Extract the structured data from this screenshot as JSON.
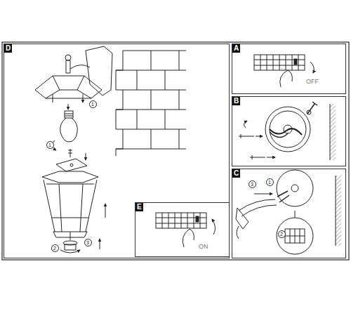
{
  "diagram": {
    "nodes": [
      {
        "text": [
          "D"
        ]
      },
      {
        "text": [
          "1"
        ],
        "in": 0
      },
      {
        "text": [
          "1"
        ],
        "in": 0
      },
      {
        "text": [
          "2"
        ],
        "in": 0
      },
      {
        "text": [
          "3"
        ],
        "in": 0
      },
      {
        "text": [
          "A",
          "OFF"
        ]
      },
      {
        "text": [
          "B"
        ]
      },
      {
        "text": [
          "C"
        ]
      },
      {
        "text": [
          "3"
        ],
        "in": 7
      },
      {
        "text": [
          "1"
        ],
        "in": 7
      },
      {
        "text": [
          "2"
        ],
        "in": 7
      },
      {
        "text": [
          "E",
          "ON"
        ]
      }
    ]
  }
}
